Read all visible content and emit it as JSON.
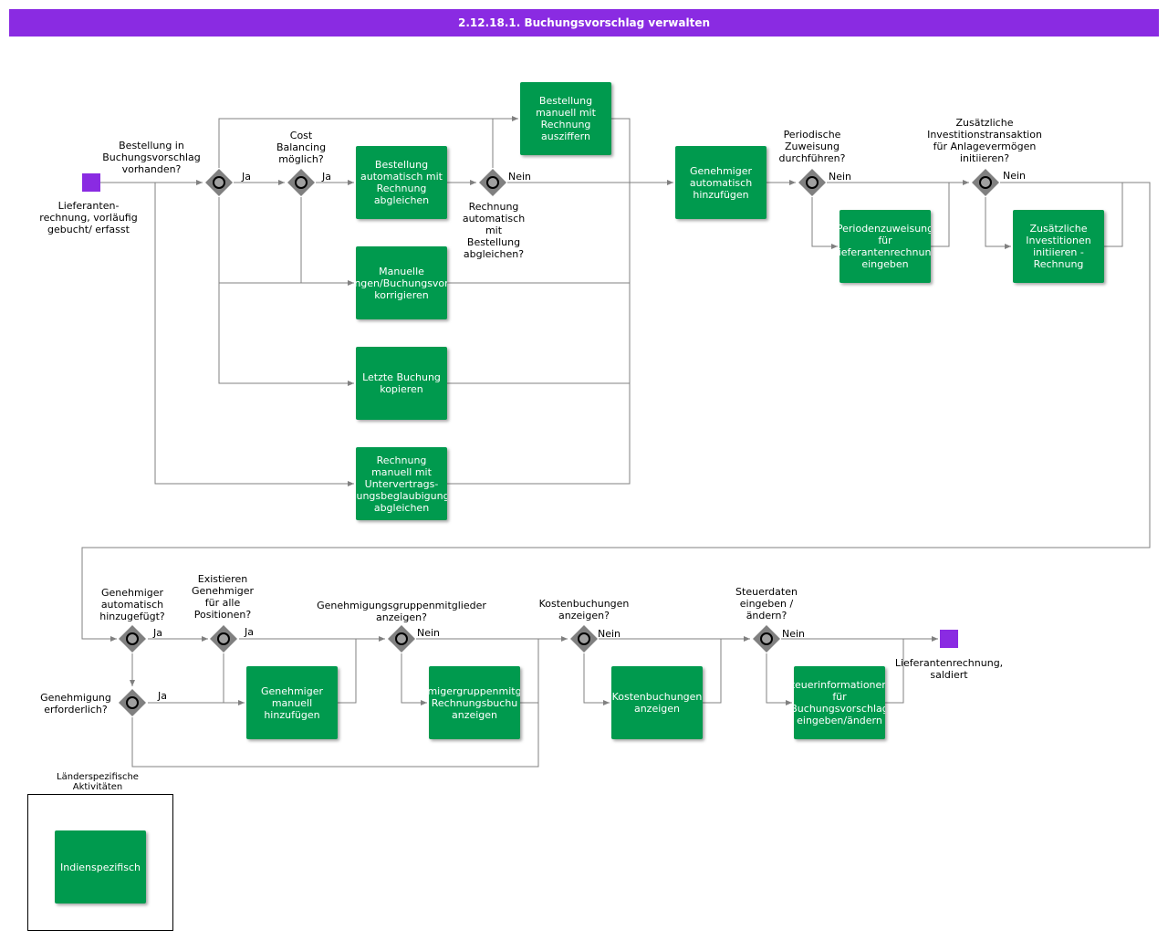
{
  "title": "2.12.18.1. Buchungsvorschlag verwalten",
  "colors": {
    "header": "#8a2be2",
    "task": "#009a4e",
    "event": "#8a2be2",
    "gateway": "#808080",
    "line": "#808080"
  },
  "events": {
    "start": "Lieferanten-\nrechnung, vorläufig\ngebucht/ erfasst",
    "end": "Lieferantenrechnung,\nsaldiert"
  },
  "tasks": {
    "bestellung_manuell": "Bestellung\nmanuell mit\nRechnung\nauszi­ffern",
    "bestellung_auto": "Bestellung\nautomatisch mit\nRechnung\nabgleichen",
    "manuelle_korrigieren": "Manuelle\nngen/Buchungsvor\nkorrigieren",
    "letzte_buchung": "Letzte Buchung\nkopieren",
    "rechnung_untervertrag": "Rechnung\nmanuell mit\nUntervertrags-\nlungsbeglaubigung\nabgleichen",
    "genehmiger_auto": "Genehmiger\nautomatisch\nhinzufügen",
    "periodenzuweisung": "Periodenzuweisung\nfür\nLieferantenrechnung\neingeben",
    "investitionen": "Zusätzliche\nInvestitionen\ninitiieren -\nRechnung",
    "genehmiger_manuell": "Genehmiger\nmanuell\nhinzufügen",
    "gruppenmitglieder": "migergruppenmitg\nRechnungsbuchu\nanzeigen",
    "kostenbuchungen": "Kostenbuchungen\nanzeigen",
    "steuerinformationen": "teuerinformationen\nfür\nBuchungsvorschlag\neingeben/ändern",
    "indienspezifisch": "Indienspezifisch"
  },
  "gateways": {
    "g1": "Bestellung in\nBuchungsvorschlag\nvorhanden?",
    "g2": "Cost\nBalancing\nmöglich?",
    "g3": "Rechnung\nautomatisch\nmit\nBestellung\nabgleichen?",
    "g4": "Periodische\nZuweisung\ndurchführen?",
    "g5": "Zusätzliche\nInvestitionstransaktion\nfür Anlagevermögen\ninitiieren?",
    "g6": "Genehmiger\nautomatisch\nhinzugefügt?",
    "g7": "Genehmigung\nerforderlich?",
    "g8": "Existieren\nGenehmiger\nfür alle\nPositionen?",
    "g9": "Genehmigungsgruppenmitglieder\nanzeigen?",
    "g10": "Kostenbuchungen\nanzeigen?",
    "g11": "Steuerdaten\neingeben /\nändern?"
  },
  "flow_labels": {
    "yes": "Ja",
    "no": "Nein"
  },
  "region_label": "Länderspezifische\nAktivitäten"
}
